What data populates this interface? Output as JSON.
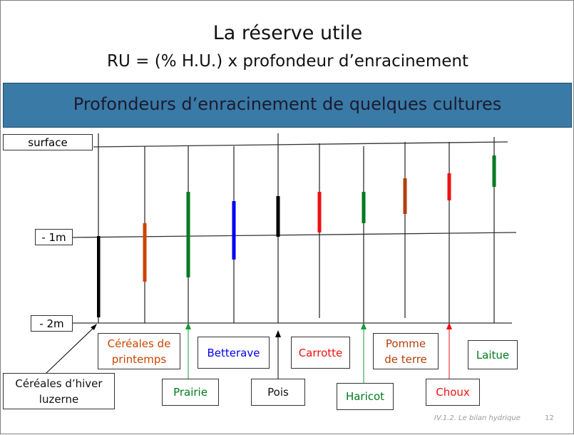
{
  "title": {
    "main": "La réserve utile",
    "formula": "RU =  (% H.U.) x profondeur d’enracinement"
  },
  "banner": "Profondeurs d’enracinement de quelques cultures",
  "levels": {
    "surface": "surface",
    "one_meter": "- 1m",
    "two_meter": "- 2m"
  },
  "crops": [
    {
      "name": "Céréales d’hiver luzerne",
      "color": "#000000"
    },
    {
      "name": "Céréales de printemps",
      "color": "#cc4400"
    },
    {
      "name": "Prairie",
      "color": "#007a1f"
    },
    {
      "name": "Betterave",
      "color": "#0000ee"
    },
    {
      "name": "Pois",
      "color": "#000000"
    },
    {
      "name": "Carrotte",
      "color": "#ee1111"
    },
    {
      "name": "Haricot",
      "color": "#007a1f"
    },
    {
      "name": "Pomme de terre",
      "color": "#b33f0a"
    },
    {
      "name": "Choux",
      "color": "#ee1111"
    },
    {
      "name": "Laitue",
      "color": "#007a1f"
    }
  ],
  "footer": {
    "caption": "IV.1.2. Le bilan hydrique",
    "page": "12"
  }
}
